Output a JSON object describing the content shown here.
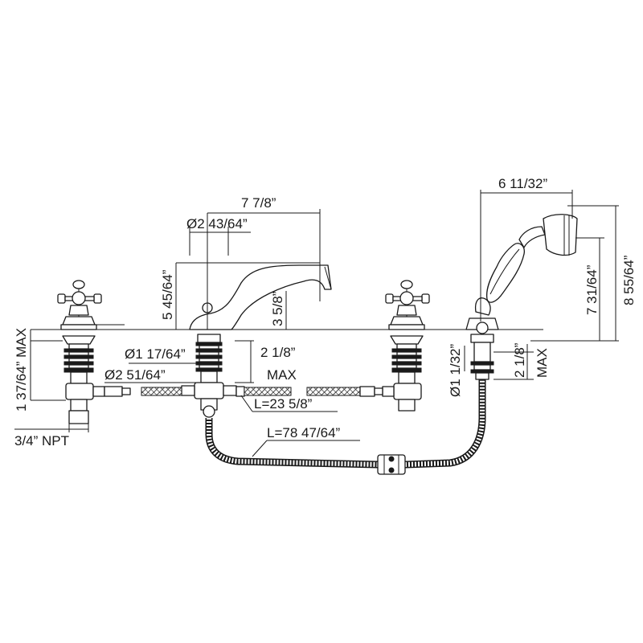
{
  "dimensions": {
    "spout_reach": "7 7/8”",
    "spout_base_diameter": "Ø2 43/64”",
    "spout_height": "5 45/64”",
    "spout_outlet_height": "3 5/8”",
    "spout_shank_diameter": "Ø1 17/64”",
    "spout_deck_max": "2 1/8”",
    "spout_deck_max_label": "MAX",
    "flange_diameter": "Ø2 51/64”",
    "valve_shank_max": "1 37/64” MAX",
    "connection": "3/4” NPT",
    "short_hose_length": "L=23 5/8”",
    "long_hose_length": "L=78 47/64”",
    "handshower_width": "6 11/32”",
    "handshower_height": "8 55/64”",
    "handshower_holder_height": "7 31/64”",
    "holder_shank_diameter": "Ø1 1/32”",
    "holder_deck_max": "2 1/8”",
    "holder_deck_max_label": "MAX"
  }
}
